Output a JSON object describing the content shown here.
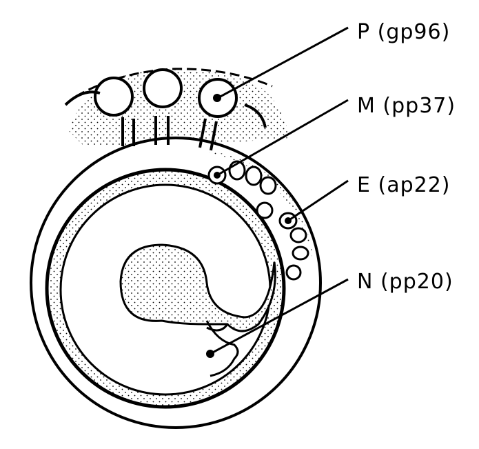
{
  "labels": {
    "p": "P (gp96)",
    "m": "M (pp37)",
    "e": "E (ap22)",
    "n": "N (pp20)"
  },
  "colors": {
    "ink": "#000000",
    "paper": "#ffffff"
  }
}
